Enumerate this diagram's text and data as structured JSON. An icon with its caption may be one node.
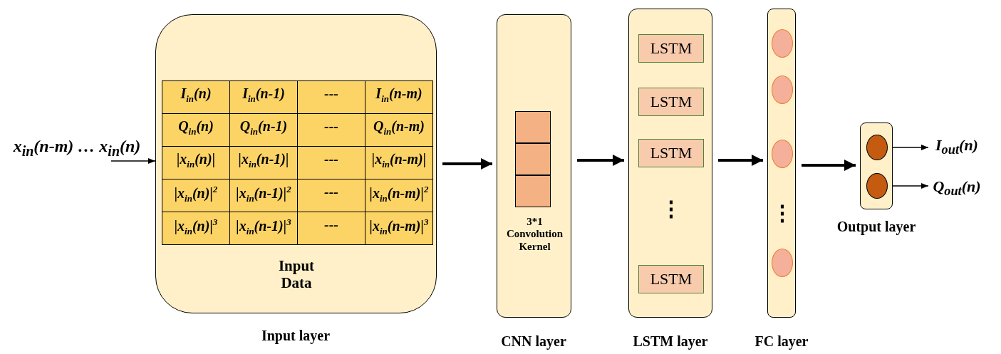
{
  "diagram": {
    "nodes": [
      {
        "text": [
          "x$_{in}$(n-m) … x$_{in}$(n)"
        ]
      },
      {
        "text": [
          "Input Data"
        ],
        "beside": [
          "Input layer"
        ]
      },
      {
        "text": [
          "3*1 Convolution Kernel"
        ],
        "beside": [
          "CNN layer"
        ]
      },
      {
        "text": [],
        "shape": "box",
        "in": 2
      },
      {
        "text": [],
        "shape": "box",
        "in": 2
      },
      {
        "text": [],
        "shape": "box",
        "in": 2
      },
      {
        "text": [],
        "shape": "box",
        "beside": [
          "LSTM layer"
        ]
      },
      {
        "text": [
          "LSTM"
        ],
        "in": 6
      },
      {
        "text": [
          "LSTM"
        ],
        "in": 6
      },
      {
        "text": [
          "LSTM"
        ],
        "in": 6
      },
      {
        "text": [
          "LSTM"
        ],
        "in": 6
      },
      {
        "text": [],
        "shape": "box",
        "beside": [
          "FC layer"
        ]
      },
      {
        "text": [],
        "shape": "circle",
        "in": 11
      },
      {
        "text": [],
        "shape": "circle",
        "in": 11
      },
      {
        "text": [],
        "shape": "circle",
        "in": 11
      },
      {
        "text": [],
        "shape": "circle",
        "in": 11
      },
      {
        "text": [],
        "shape": "box",
        "beside": [
          "Output layer"
        ]
      },
      {
        "text": [],
        "shape": "circle",
        "in": 16
      },
      {
        "text": [],
        "shape": "circle",
        "in": 16
      },
      {
        "text": [
          "I$_{out}$(n)"
        ]
      },
      {
        "text": [
          "Q$_{out}$(n)"
        ]
      }
    ],
    "edges": [
      {
        "from": 0,
        "to": 1,
        "arrow": "to"
      },
      {
        "from": 1,
        "to": 2,
        "arrow": "to"
      },
      {
        "from": 2,
        "to": 6,
        "arrow": "to"
      },
      {
        "from": 6,
        "to": 11,
        "arrow": "to"
      },
      {
        "from": 11,
        "to": 16,
        "arrow": "to"
      },
      {
        "from": 17,
        "to": 19,
        "arrow": "to"
      },
      {
        "from": 18,
        "to": 20,
        "arrow": "to"
      }
    ],
    "labels": [
      "I$_{in}$(n)",
      "I$_{in}$(n-1)",
      "---",
      "I$_{in}$(n-m)",
      "Q$_{in}$(n)",
      "Q$_{in}$(n-1)",
      "---",
      "Q$_{in}$(n-m)",
      "|x$_{in}$(n)|",
      "|x$_{in}$(n-1)|",
      "---",
      "|x$_{in}$(n-m)|",
      "|x$_{in}$(n)|$^{2}$",
      "|x$_{in}$(n-1)|$^{2}$",
      "---",
      "|x$_{in}$(n-m)|$^{2}$",
      "|x$_{in}$(n)|$^{3}$",
      "|x$_{in}$(n-1)|$^{3}$",
      "---",
      "|x$_{in}$(n-m)|$^{3}$",
      "⋮",
      "⋮"
    ]
  }
}
